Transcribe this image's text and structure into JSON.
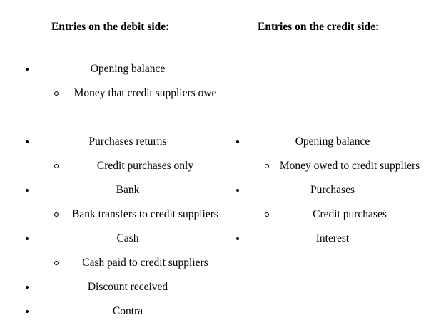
{
  "document": {
    "background_color": "#ffffff",
    "text_color": "#000000"
  },
  "columns": {
    "debit": {
      "header": "Entries on the debit side:",
      "items": [
        {
          "level": 1,
          "marker": "disc-bullet",
          "label": "Opening balance"
        },
        {
          "level": 2,
          "marker": "circle-bullet",
          "label": "Money that credit suppliers owe"
        },
        {
          "level": 0,
          "marker": "none",
          "label": ""
        },
        {
          "level": 1,
          "marker": "disc-bullet",
          "label": "Purchases returns"
        },
        {
          "level": 2,
          "marker": "circle-bullet",
          "label": "Credit purchases only"
        },
        {
          "level": 1,
          "marker": "disc-bullet",
          "label": "Bank"
        },
        {
          "level": 2,
          "marker": "circle-bullet",
          "label": "Bank transfers to credit suppliers"
        },
        {
          "level": 1,
          "marker": "disc-bullet",
          "label": "Cash"
        },
        {
          "level": 2,
          "marker": "circle-bullet",
          "label": "Cash paid to credit suppliers"
        },
        {
          "level": 1,
          "marker": "disc-bullet",
          "label": "Discount received"
        },
        {
          "level": 1,
          "marker": "disc-bullet",
          "label": "Contra"
        }
      ]
    },
    "credit": {
      "header": "Entries on the credit side:",
      "items": [
        {
          "level": 1,
          "marker": "disc-bullet",
          "label": "Opening balance"
        },
        {
          "level": 2,
          "marker": "circle-bullet",
          "label": "Money owed to credit suppliers"
        },
        {
          "level": 1,
          "marker": "disc-bullet",
          "label": "Purchases"
        },
        {
          "level": 2,
          "marker": "circle-bullet",
          "label": "Credit purchases"
        },
        {
          "level": 1,
          "marker": "disc-bullet",
          "label": "Interest"
        }
      ]
    }
  }
}
